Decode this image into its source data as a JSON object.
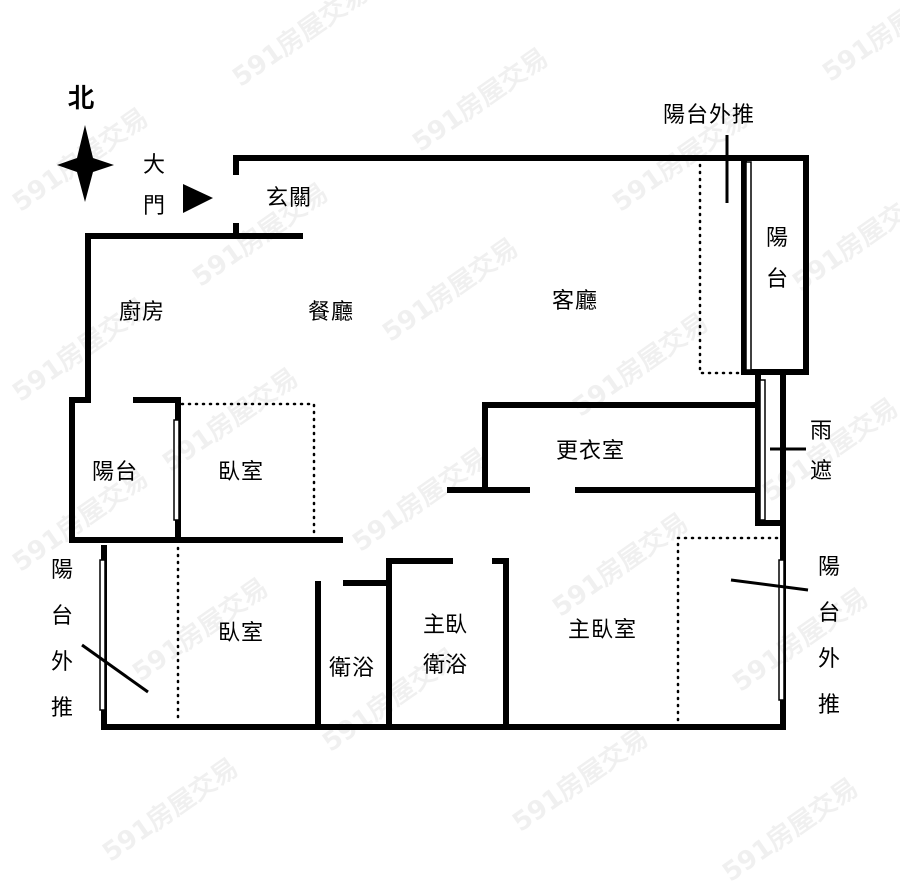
{
  "compass": {
    "label": "北",
    "icon": "compass-star-icon"
  },
  "entrance": {
    "label": "大門",
    "icon": "entry-arrow-icon"
  },
  "rooms": {
    "foyer": "玄關",
    "kitchen": "廚房",
    "dining": "餐廳",
    "living": "客廳",
    "balcony_east": "陽台",
    "balcony_west": "陽台",
    "bedroom_1": "臥室",
    "bedroom_2": "臥室",
    "walk_in_closet": "更衣室",
    "bathroom": "衛浴",
    "master_bathroom": "主臥衛浴",
    "master_bedroom": "主臥室",
    "rain_shelter": "雨遮"
  },
  "annotations": {
    "balcony_pushout_top": "陽台外推",
    "balcony_pushout_left": "陽台外推",
    "balcony_pushout_right": "陽台外推"
  },
  "watermark": "591房屋交易",
  "colors": {
    "wall": "#000000",
    "background": "#ffffff",
    "watermark": "#eeeeee"
  }
}
